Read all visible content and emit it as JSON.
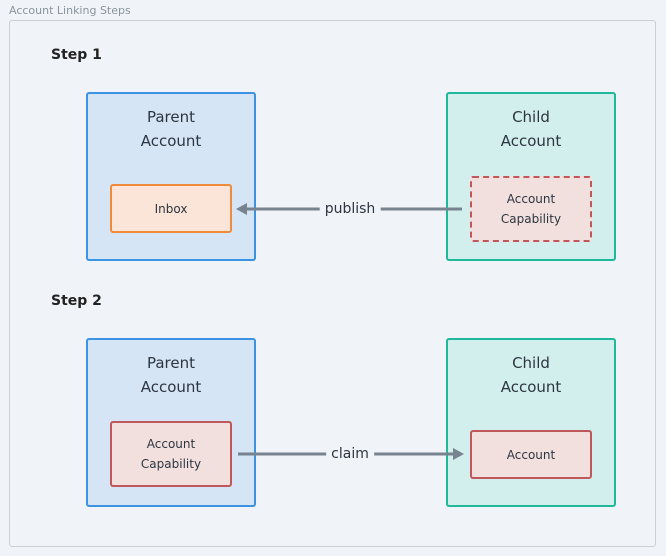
{
  "title": "Account Linking Steps",
  "steps": [
    {
      "label": "Step 1",
      "parent": {
        "title": "Parent Account",
        "item": "Inbox"
      },
      "child": {
        "title": "Child Account",
        "item": "Account Capability"
      },
      "edge": {
        "label": "publish",
        "direction": "child-to-parent"
      }
    },
    {
      "label": "Step 2",
      "parent": {
        "title": "Parent Account",
        "item": "Account Capability"
      },
      "child": {
        "title": "Child Account",
        "item": "Account"
      },
      "edge": {
        "label": "claim",
        "direction": "parent-to-child"
      }
    }
  ],
  "colors": {
    "parent_fill": "#d6e5f5",
    "parent_border": "#3d93e3",
    "child_fill": "#d2efed",
    "child_border": "#1fb89a",
    "inbox_border": "#f08a3c",
    "capability_border": "#c0575a",
    "arrow": "#77838f"
  }
}
